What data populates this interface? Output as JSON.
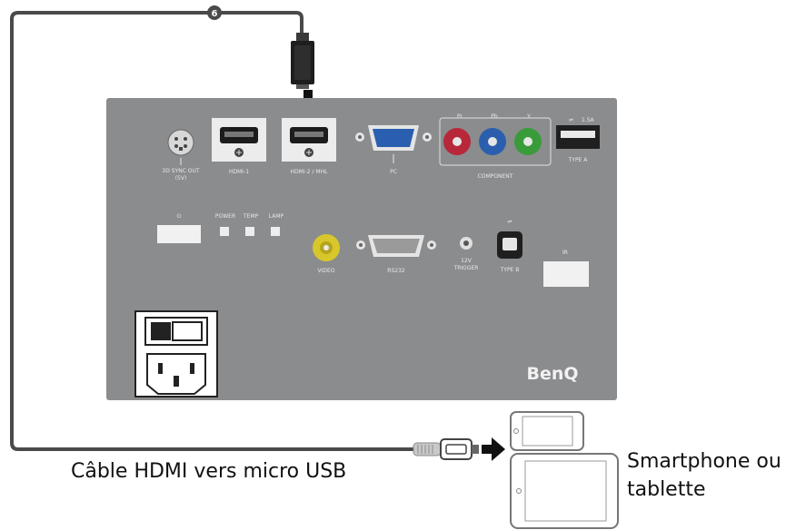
{
  "callout_number": "6",
  "panel": {
    "brand": "BenQ",
    "labels": {
      "sync_out": "3D SYNC OUT",
      "sync_out_volt": "(5V)",
      "hdmi1": "HDMI-1",
      "hdmi2": "HDMI-2 / MHL",
      "pc": "PC",
      "component": "COMPONENT",
      "pr": "Pr",
      "pb": "Pb",
      "y": "Y",
      "usb_typea_top": "TYPE A",
      "usb_current": "1.5A",
      "power_led": "POWER",
      "temp_led": "TEMP",
      "lamp_led": "LAMP",
      "video": "VIDEO",
      "rs232": "RS232",
      "trigger_volt": "12V",
      "trigger": "TRIGGER",
      "usb_typeb": "TYPE B",
      "ir": "IR"
    }
  },
  "captions": {
    "cable": "Câble HDMI vers micro USB",
    "device_line1": "Smartphone ou",
    "device_line2": "tablette"
  },
  "colors": {
    "panel": "#8b8c8e",
    "cable": "#4a4a4a",
    "component_red": "#b7283a",
    "component_blue": "#2b5fae",
    "component_green": "#3a9b3a",
    "video_yellow": "#d8c72a"
  }
}
